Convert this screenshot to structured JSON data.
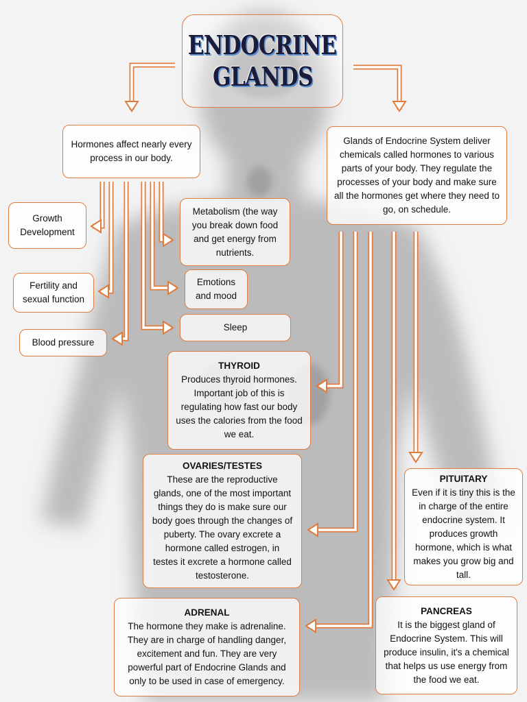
{
  "title": {
    "line1": "ENDOCRINE",
    "line2": "GLANDS"
  },
  "hormones_box": "Hormones affect nearly every process in our body.",
  "glands_box": "Glands of Endocrine System deliver chemicals called hormones to various parts of your body. They regulate the processes of your body and make sure all the hormones get where they need to go, on schedule.",
  "effects": {
    "growth": [
      "Growth",
      "Development"
    ],
    "fertility": [
      "Fertility and",
      "sexual function"
    ],
    "blood_pressure": "Blood pressure",
    "metabolism": "Metabolism (the way you break down food and get energy from nutrients.",
    "emotions": [
      "Emotions",
      "and mood"
    ],
    "sleep": "Sleep"
  },
  "glands": {
    "thyroid": {
      "name": "THYROID",
      "text": "Produces thyroid hormones. Important job of this is regulating how fast our body uses the calories from the food we eat."
    },
    "ovaries": {
      "name": "OVARIES/TESTES",
      "text": "These are the reproductive glands, one of the most important things they do is make sure our body goes through the changes of puberty. The ovary excrete a hormone called estrogen, in testes it excrete a hormone called testosterone."
    },
    "pituitary": {
      "name": "PITUITARY",
      "text": "Even if it is tiny this is the in charge of the entire endocrine system. It produces growth hormone, which is what makes you grow big and tall."
    },
    "adrenal": {
      "name": "ADRENAL",
      "text": "The hormone they make is adrenaline. They are in charge of handling danger, excitement and fun. They are very powerful part of Endocrine Glands and only to be used in case of emergency."
    },
    "pancreas": {
      "name": "PANCREAS",
      "text": "It is the biggest gland of Endocrine System. This will produce insulin, it's a chemical that helps us use energy from the food we eat."
    }
  },
  "colors": {
    "accent": "#e07b3e",
    "title_text": "#1c1c3a",
    "title_shadow": "#5a8fd0",
    "background": "#f2f2f2"
  }
}
